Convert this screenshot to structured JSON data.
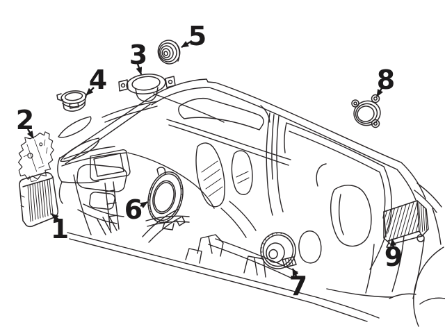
{
  "diagram": {
    "background_color": "#ffffff",
    "line_color": "#2a2627",
    "callouts": [
      {
        "number": "1"
      },
      {
        "number": "2"
      },
      {
        "number": "3"
      },
      {
        "number": "4"
      },
      {
        "number": "5"
      },
      {
        "number": "6"
      },
      {
        "number": "7"
      },
      {
        "number": "8"
      },
      {
        "number": "9"
      }
    ]
  }
}
